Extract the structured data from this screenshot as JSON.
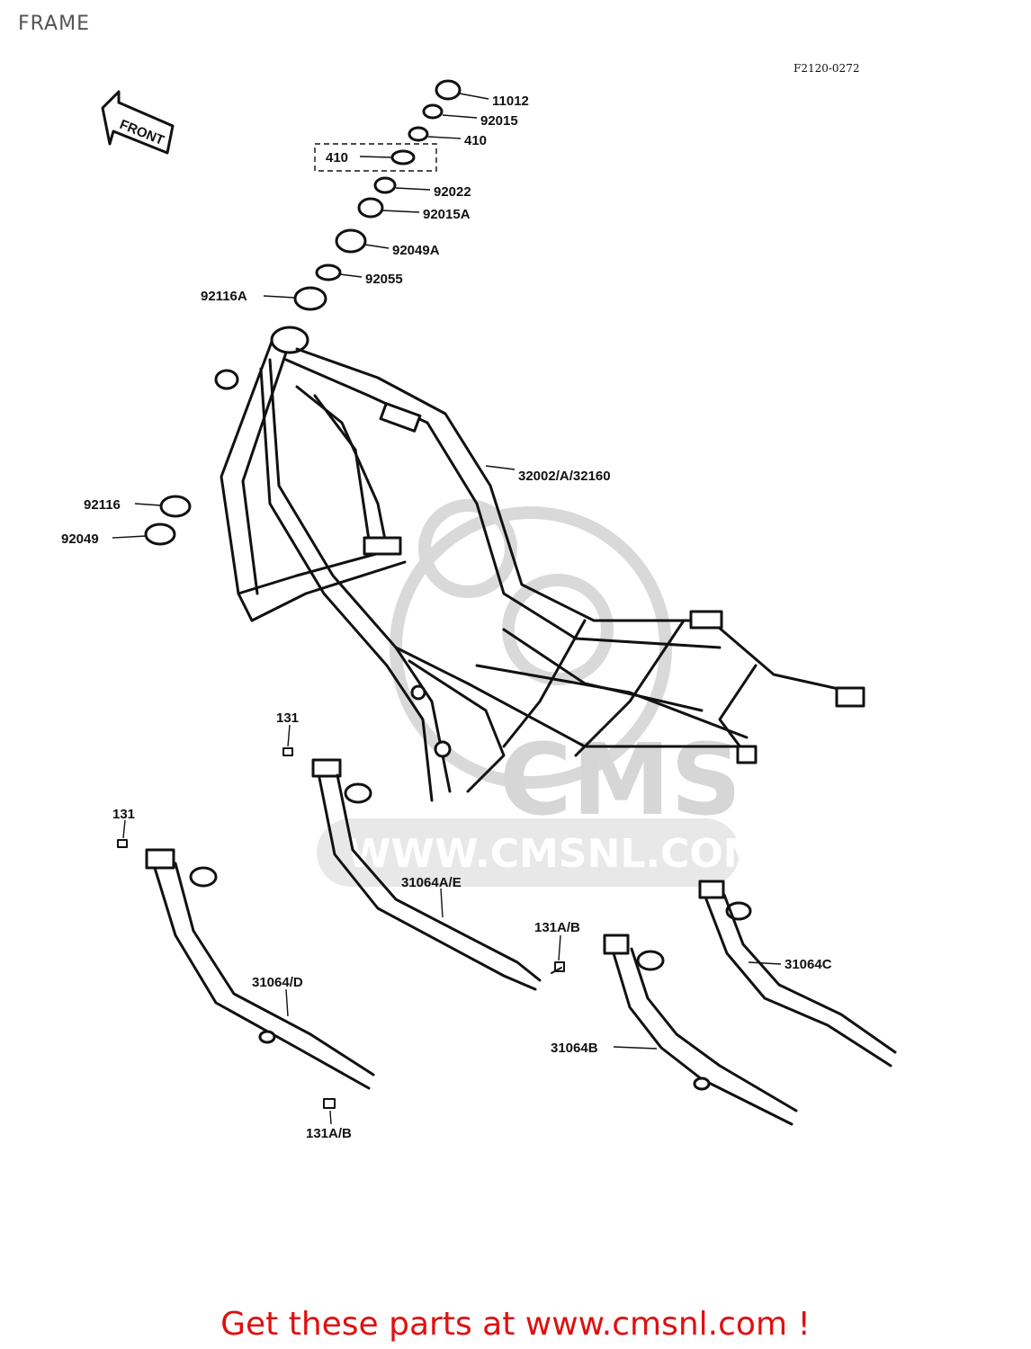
{
  "page": {
    "title": "FRAME"
  },
  "diagram": {
    "code": "F2120-0272",
    "front_label": "FRONT",
    "watermark": {
      "brand": "CMS",
      "url": "WWW.CMSNL.COM"
    },
    "labels": {
      "p11012": "11012",
      "p92015": "92015",
      "p410a": "410",
      "p410b": "410",
      "p92022": "92022",
      "p92015A": "92015A",
      "p92049A": "92049A",
      "p92055": "92055",
      "p92116A": "92116A",
      "p32002": "32002/A/32160",
      "p92116": "92116",
      "p92049": "92049",
      "p131a": "131",
      "p131b": "131",
      "p31064AE": "31064A/E",
      "p131AB_a": "131A/B",
      "p31064C": "31064C",
      "p31064D": "31064/D",
      "p31064B": "31064B",
      "p131AB_b": "131A/B"
    }
  },
  "footer": {
    "text": "Get these parts at www.cmsnl.com !"
  }
}
